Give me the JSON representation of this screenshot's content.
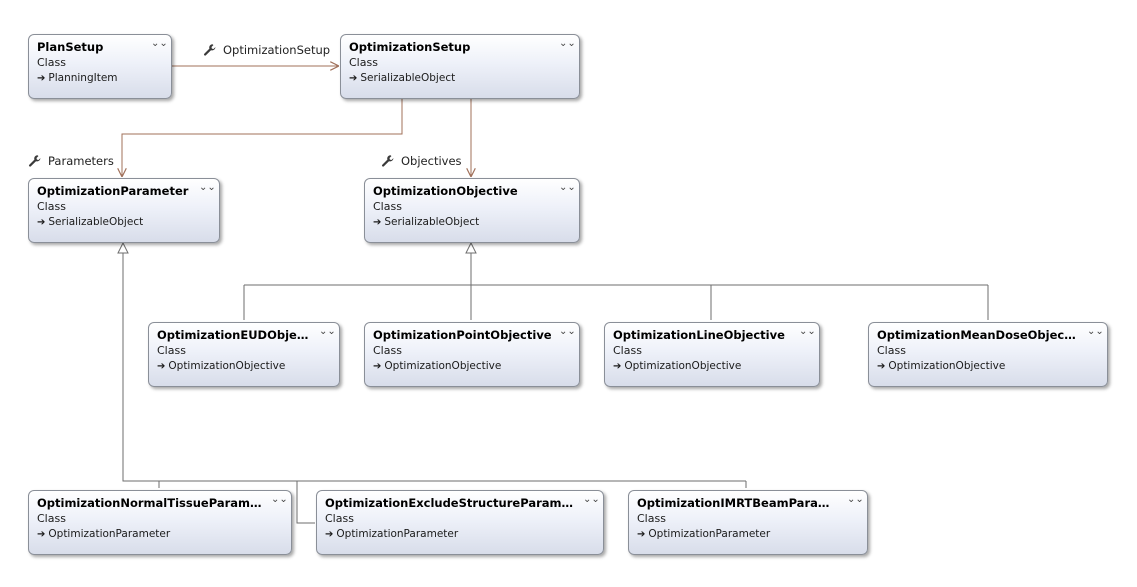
{
  "diagram": {
    "classes": {
      "plan_setup": {
        "name": "PlanSetup",
        "kind": "Class",
        "base": "PlanningItem"
      },
      "optimization_setup": {
        "name": "OptimizationSetup",
        "kind": "Class",
        "base": "SerializableObject"
      },
      "optimization_parameter": {
        "name": "OptimizationParameter",
        "kind": "Class",
        "base": "SerializableObject"
      },
      "optimization_objective": {
        "name": "OptimizationObjective",
        "kind": "Class",
        "base": "SerializableObject"
      },
      "eud_objective": {
        "name": "OptimizationEUDObjecti...",
        "kind": "Class",
        "base": "OptimizationObjective"
      },
      "point_objective": {
        "name": "OptimizationPointObjective",
        "kind": "Class",
        "base": "OptimizationObjective"
      },
      "line_objective": {
        "name": "OptimizationLineObjective",
        "kind": "Class",
        "base": "OptimizationObjective"
      },
      "mean_dose_objective": {
        "name": "OptimizationMeanDoseObjective",
        "kind": "Class",
        "base": "OptimizationObjective"
      },
      "normal_tissue_parameter": {
        "name": "OptimizationNormalTissueParameter",
        "kind": "Class",
        "base": "OptimizationParameter"
      },
      "exclude_structure_parameter": {
        "name": "OptimizationExcludeStructureParameter",
        "kind": "Class",
        "base": "OptimizationParameter"
      },
      "imrt_beam_parameter": {
        "name": "OptimizationIMRTBeamParameter",
        "kind": "Class",
        "base": "OptimizationParameter"
      }
    },
    "associations": {
      "optimization_setup": "OptimizationSetup",
      "parameters": "Parameters",
      "objectives": "Objectives"
    },
    "glyphs": {
      "collapse": "chevron-double-down-icon",
      "base_arrow": "arrow-right-icon",
      "property": "wrench-icon"
    },
    "colors": {
      "association": "#a0705a",
      "inheritance": "#6e6e6e"
    }
  }
}
